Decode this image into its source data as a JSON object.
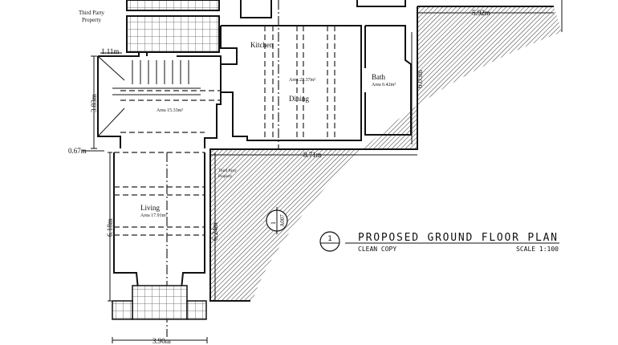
{
  "labels": {
    "third_party_top": [
      "Third Party",
      "Property"
    ],
    "third_party_mid": [
      "Third Party",
      "Property"
    ],
    "kitchen": "Kitchen",
    "dining": "Dining",
    "dining_area": "Area 22.37m²",
    "bath": "Bath",
    "bath_area": "Area 6.42m²",
    "hall_area": "Area 15.33m²",
    "living": "Living",
    "living_area": "Area 17.91m²"
  },
  "dimensions": {
    "d1": "1.11m",
    "d2": "3.83m",
    "d3": "0.67m",
    "d4": "6.18m",
    "d5": "3.90m",
    "d6": "6.24m",
    "d7": "8.71m",
    "d8": "6.05m",
    "d9": "5.92m"
  },
  "section_marker": {
    "number": "1",
    "sheet": "A007"
  },
  "title_block": {
    "number": "1",
    "title": "PROPOSED GROUND FLOOR PLAN",
    "subtitle": "CLEAN COPY",
    "scale": "SCALE 1:100"
  }
}
